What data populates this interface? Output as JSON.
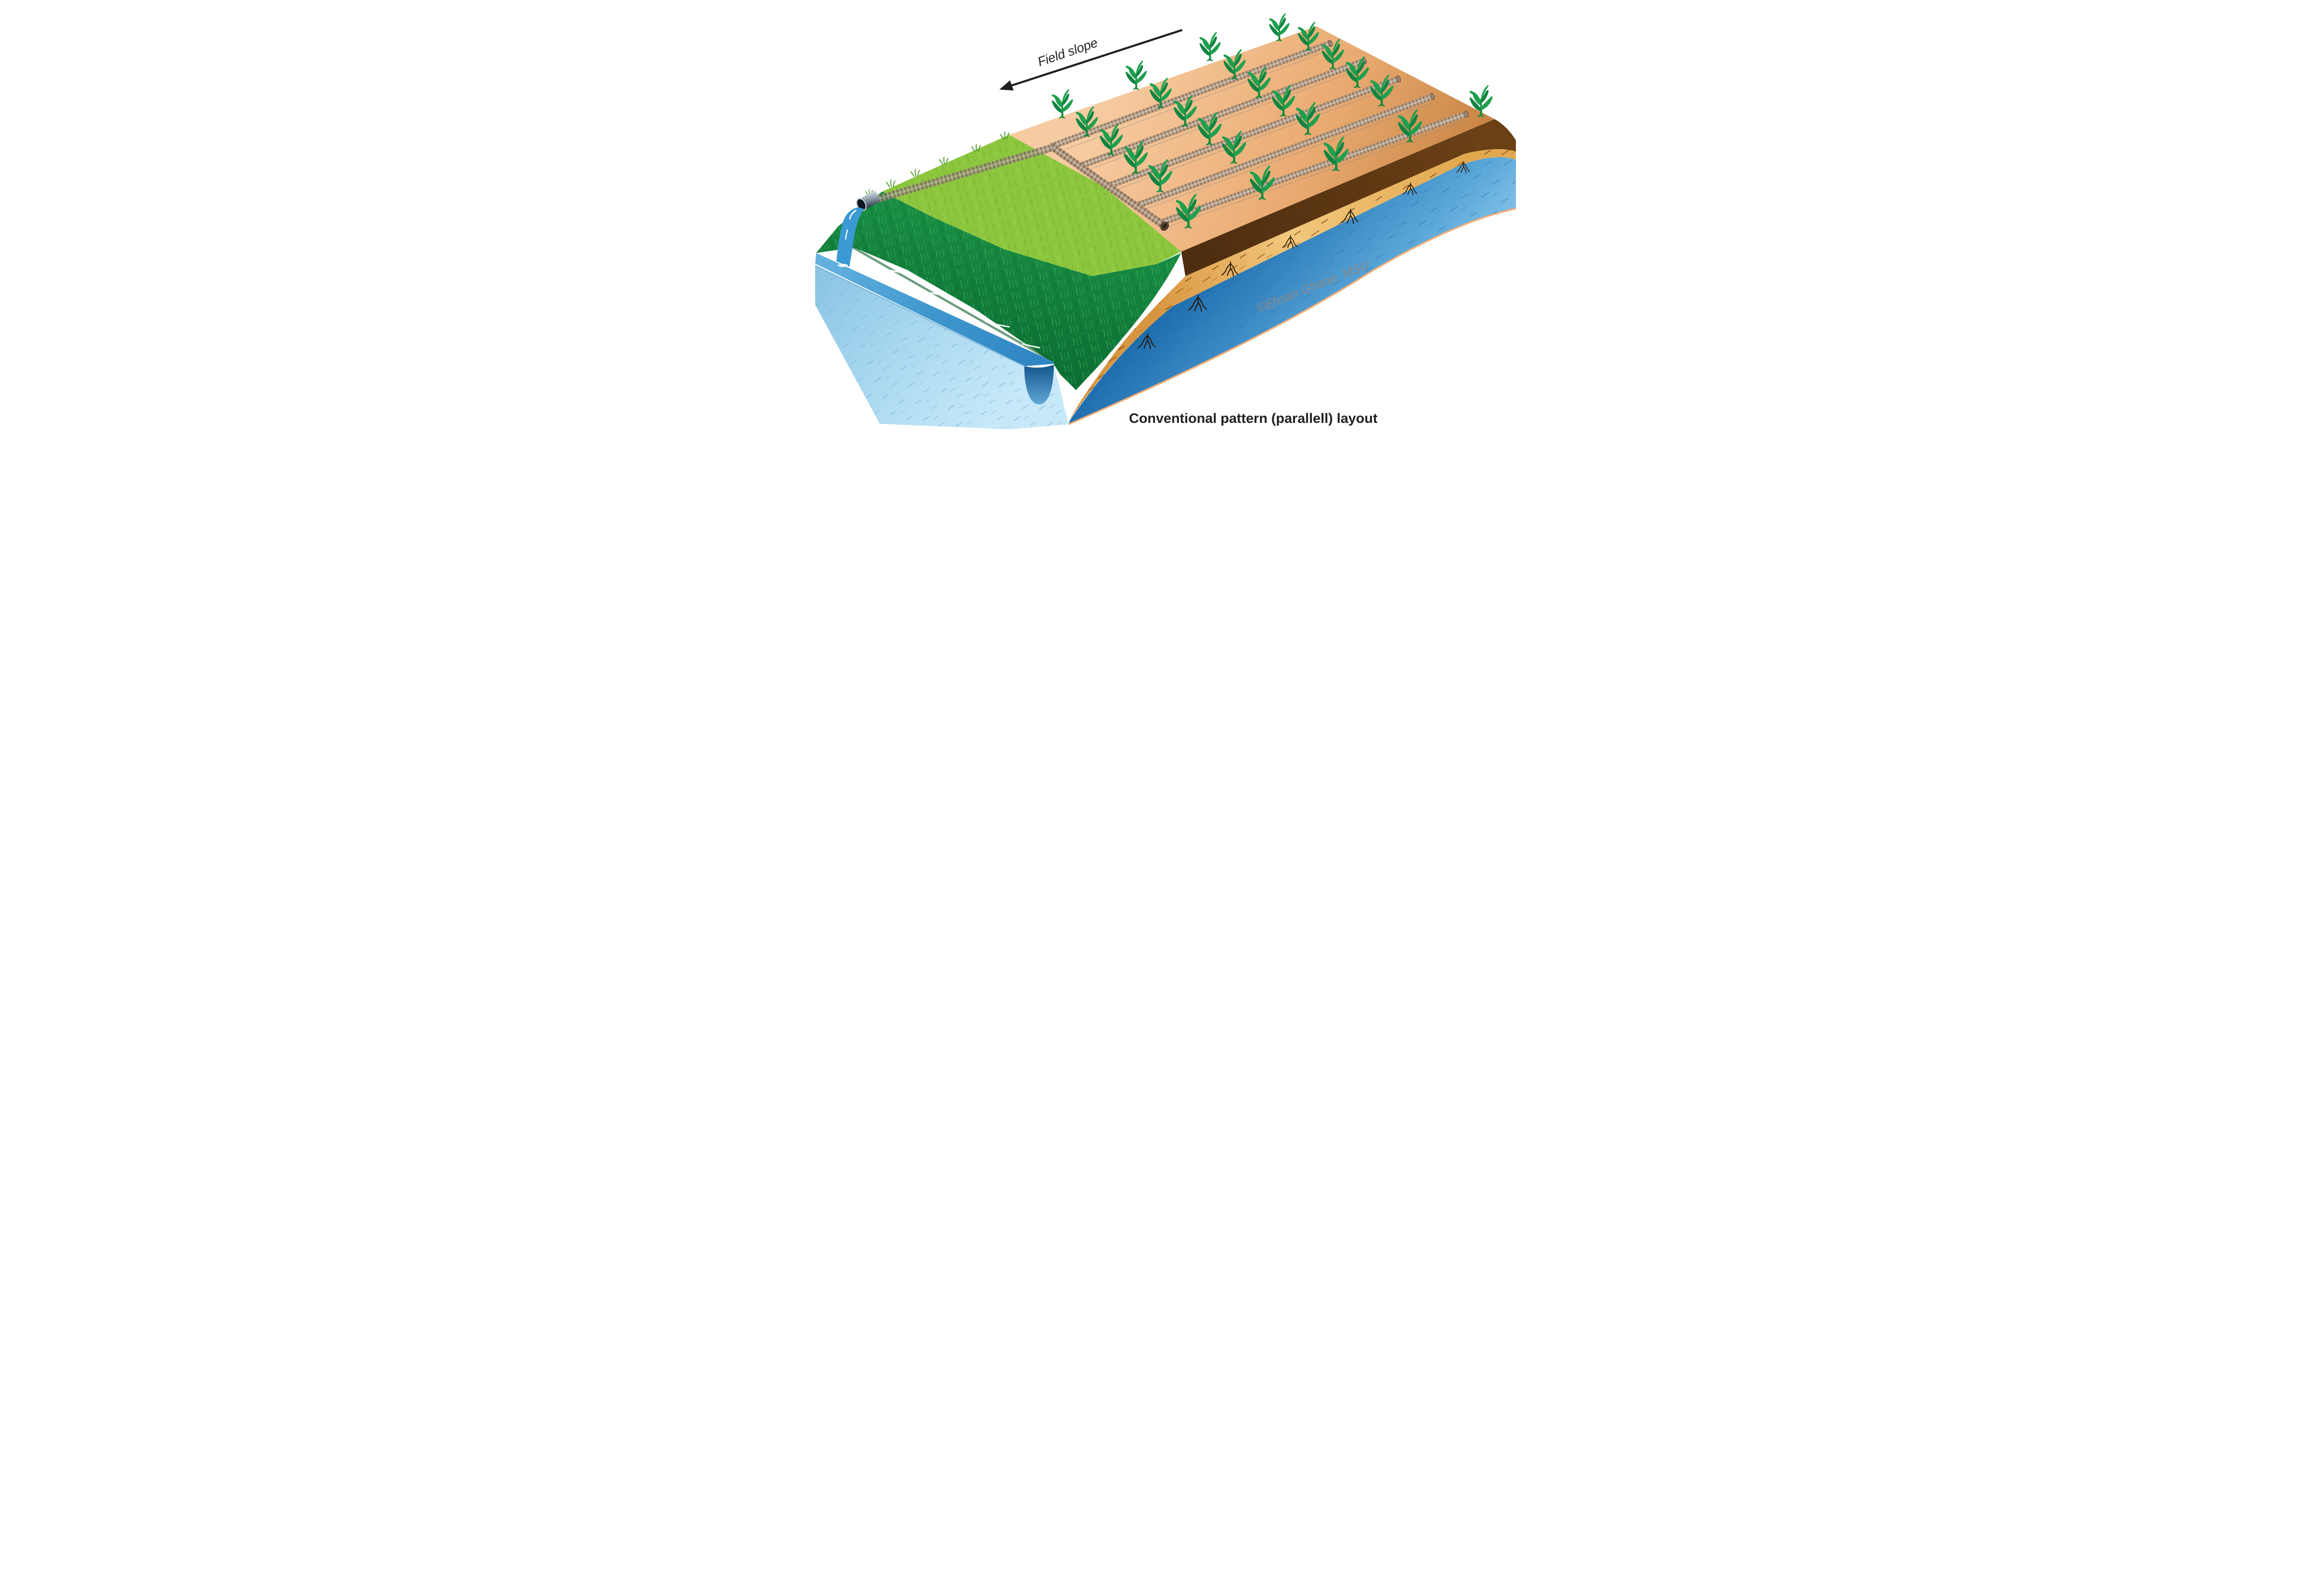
{
  "labels": {
    "field_slope": "Field slope",
    "watermark": "©Ehsan Ghane, MSU",
    "caption": "Conventional pattern (parallell) layout"
  },
  "diagram": {
    "type": "isometric-agricultural-drainage-illustration",
    "subject": "Conventional (parallel) subsurface tile drainage layout",
    "arrow_meaning": "Field slope direction points down toward outlet ditch",
    "lateral_pipe_count": 5,
    "main_pipe_count": 1,
    "outlet_pipe_count": 1,
    "corn_plant_count": 25
  },
  "colors": {
    "background": "#ffffff",
    "field_light": "#f6c89c",
    "field_dark": "#c5803f",
    "grass_light": "#8cc63e",
    "grass_dark": "#14813c",
    "soil_gold": "#edb35e",
    "soil_brown": "#5c3a16",
    "water_dark": "#2273b4",
    "water_light": "#a7dbf5",
    "ditch_water": "#4d9fd6",
    "cross_section_blue": "#bee3f6",
    "pipe_tan": "#bba086",
    "shoreline_orange": "#f7ac74",
    "text_black": "#231f20",
    "watermark_gray": "#8a8a8a"
  }
}
